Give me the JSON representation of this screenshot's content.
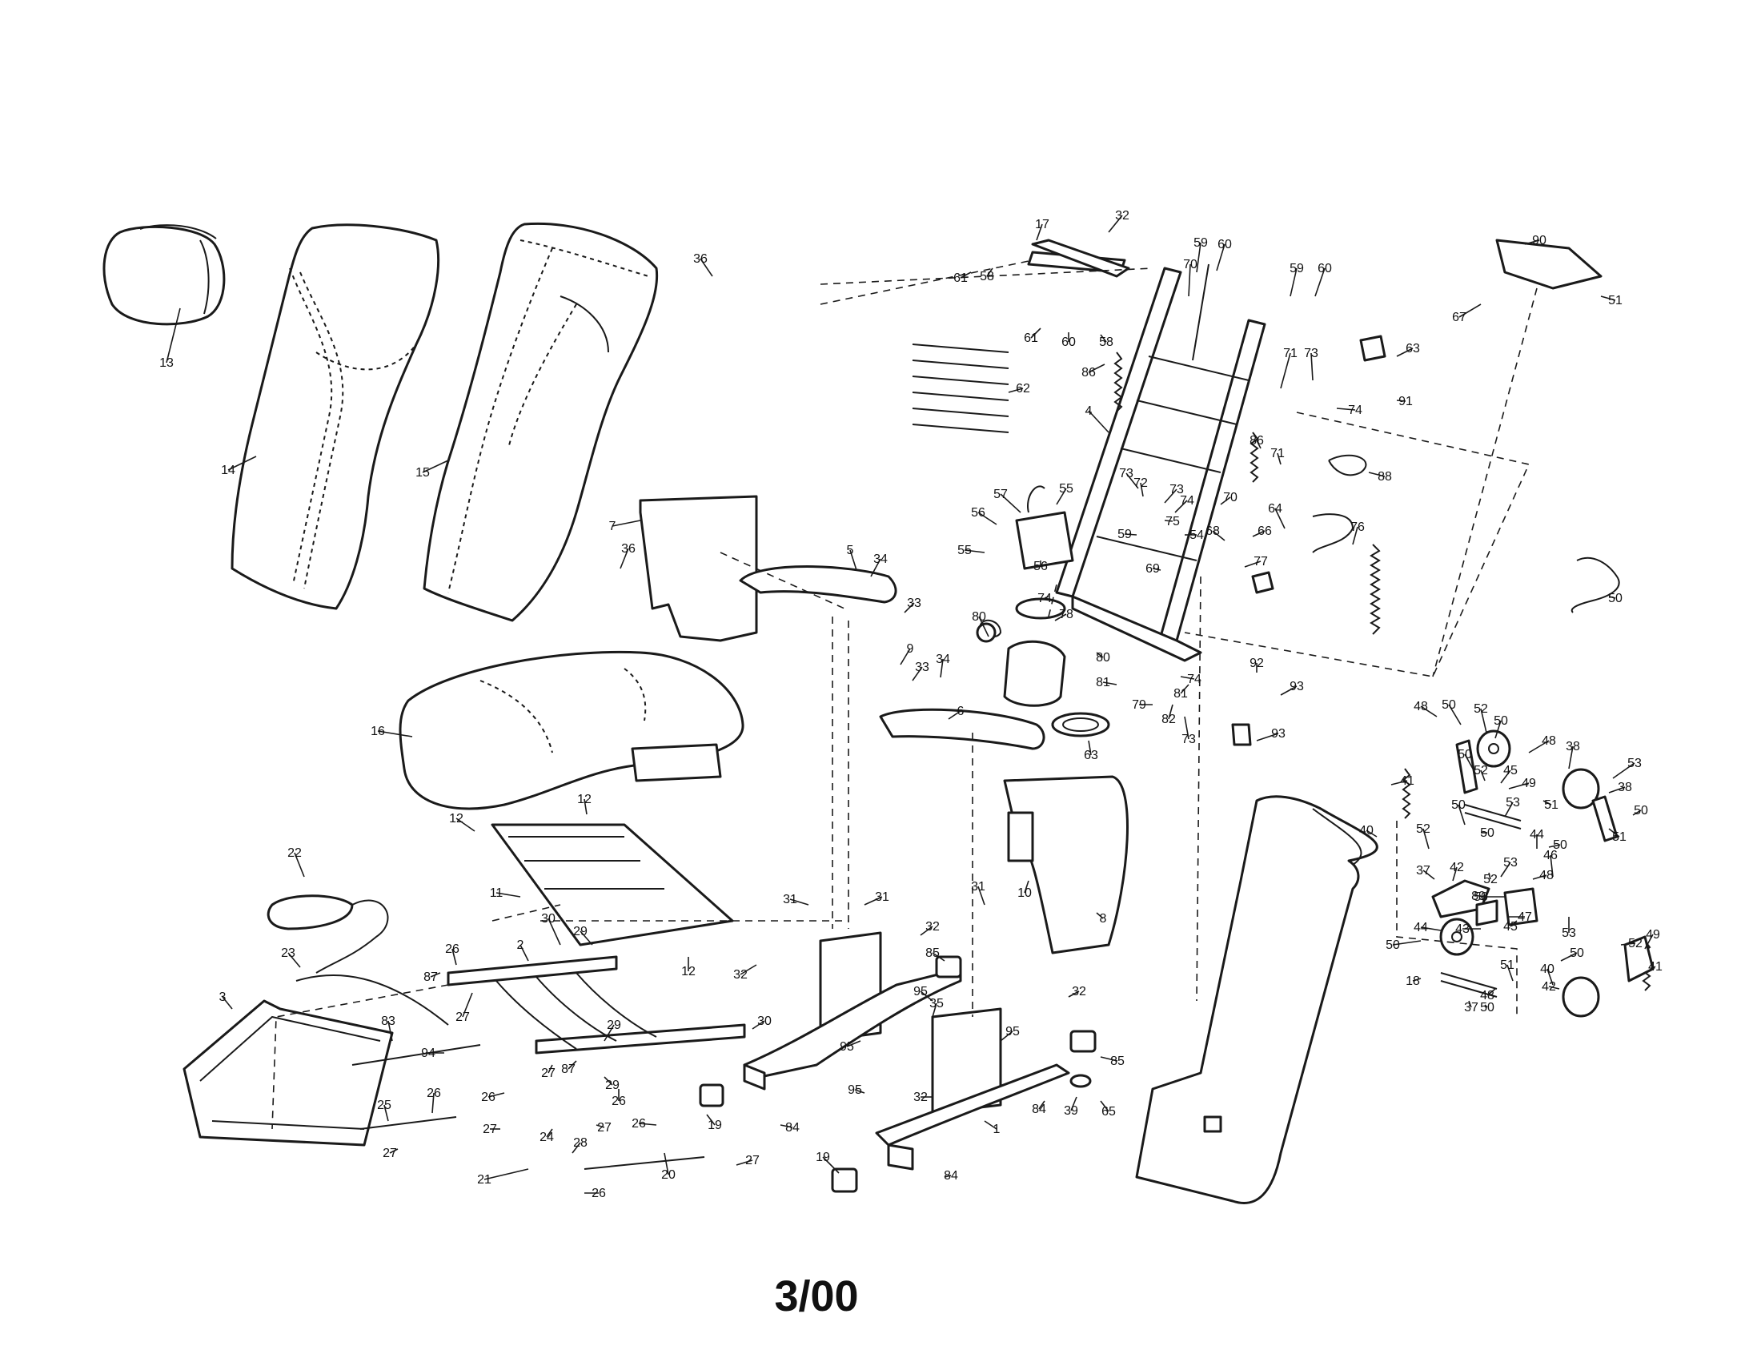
{
  "page_label": "3/00",
  "callouts": [
    {
      "n": "13"
    },
    {
      "n": "14"
    },
    {
      "n": "15"
    },
    {
      "n": "36"
    },
    {
      "n": "36"
    },
    {
      "n": "7"
    },
    {
      "n": "5"
    },
    {
      "n": "34"
    },
    {
      "n": "33"
    },
    {
      "n": "9"
    },
    {
      "n": "33"
    },
    {
      "n": "34"
    },
    {
      "n": "6"
    },
    {
      "n": "16"
    },
    {
      "n": "22"
    },
    {
      "n": "12"
    },
    {
      "n": "12"
    },
    {
      "n": "11"
    },
    {
      "n": "12"
    },
    {
      "n": "31"
    },
    {
      "n": "31"
    },
    {
      "n": "31"
    },
    {
      "n": "10"
    },
    {
      "n": "8"
    },
    {
      "n": "32"
    },
    {
      "n": "85"
    },
    {
      "n": "32"
    },
    {
      "n": "26"
    },
    {
      "n": "87"
    },
    {
      "n": "2"
    },
    {
      "n": "30"
    },
    {
      "n": "29"
    },
    {
      "n": "23"
    },
    {
      "n": "3"
    },
    {
      "n": "27"
    },
    {
      "n": "83"
    },
    {
      "n": "94"
    },
    {
      "n": "29"
    },
    {
      "n": "30"
    },
    {
      "n": "27"
    },
    {
      "n": "87"
    },
    {
      "n": "29"
    },
    {
      "n": "26"
    },
    {
      "n": "26"
    },
    {
      "n": "25"
    },
    {
      "n": "26"
    },
    {
      "n": "24"
    },
    {
      "n": "27"
    },
    {
      "n": "27"
    },
    {
      "n": "26"
    },
    {
      "n": "27"
    },
    {
      "n": "28"
    },
    {
      "n": "27"
    },
    {
      "n": "20"
    },
    {
      "n": "21"
    },
    {
      "n": "26"
    },
    {
      "n": "19"
    },
    {
      "n": "84"
    },
    {
      "n": "19"
    },
    {
      "n": "84"
    },
    {
      "n": "95"
    },
    {
      "n": "35"
    },
    {
      "n": "95"
    },
    {
      "n": "95"
    },
    {
      "n": "32"
    },
    {
      "n": "95"
    },
    {
      "n": "32"
    },
    {
      "n": "1"
    },
    {
      "n": "84"
    },
    {
      "n": "39"
    },
    {
      "n": "65"
    },
    {
      "n": "85"
    },
    {
      "n": "17"
    },
    {
      "n": "32"
    },
    {
      "n": "61"
    },
    {
      "n": "58"
    },
    {
      "n": "59"
    },
    {
      "n": "60"
    },
    {
      "n": "61"
    },
    {
      "n": "60"
    },
    {
      "n": "58"
    },
    {
      "n": "70"
    },
    {
      "n": "59"
    },
    {
      "n": "60"
    },
    {
      "n": "86"
    },
    {
      "n": "62"
    },
    {
      "n": "4"
    },
    {
      "n": "71"
    },
    {
      "n": "73"
    },
    {
      "n": "63"
    },
    {
      "n": "91"
    },
    {
      "n": "74"
    },
    {
      "n": "86"
    },
    {
      "n": "71"
    },
    {
      "n": "88"
    },
    {
      "n": "73"
    },
    {
      "n": "72"
    },
    {
      "n": "73"
    },
    {
      "n": "74"
    },
    {
      "n": "70"
    },
    {
      "n": "75"
    },
    {
      "n": "59"
    },
    {
      "n": "54"
    },
    {
      "n": "57"
    },
    {
      "n": "55"
    },
    {
      "n": "56"
    },
    {
      "n": "55"
    },
    {
      "n": "56"
    },
    {
      "n": "74"
    },
    {
      "n": "69"
    },
    {
      "n": "66"
    },
    {
      "n": "68"
    },
    {
      "n": "64"
    },
    {
      "n": "77"
    },
    {
      "n": "76"
    },
    {
      "n": "78"
    },
    {
      "n": "80"
    },
    {
      "n": "80"
    },
    {
      "n": "81"
    },
    {
      "n": "81"
    },
    {
      "n": "82"
    },
    {
      "n": "79"
    },
    {
      "n": "73"
    },
    {
      "n": "63"
    },
    {
      "n": "74"
    },
    {
      "n": "92"
    },
    {
      "n": "93"
    },
    {
      "n": "93"
    },
    {
      "n": "90"
    },
    {
      "n": "67"
    },
    {
      "n": "51"
    },
    {
      "n": "50"
    },
    {
      "n": "48"
    },
    {
      "n": "50"
    },
    {
      "n": "52"
    },
    {
      "n": "50"
    },
    {
      "n": "48"
    },
    {
      "n": "38"
    },
    {
      "n": "53"
    },
    {
      "n": "50"
    },
    {
      "n": "52"
    },
    {
      "n": "45"
    },
    {
      "n": "49"
    },
    {
      "n": "41"
    },
    {
      "n": "50"
    },
    {
      "n": "53"
    },
    {
      "n": "50"
    },
    {
      "n": "51"
    },
    {
      "n": "38"
    },
    {
      "n": "51"
    },
    {
      "n": "50"
    },
    {
      "n": "40"
    },
    {
      "n": "52"
    },
    {
      "n": "44"
    },
    {
      "n": "46"
    },
    {
      "n": "50"
    },
    {
      "n": "42"
    },
    {
      "n": "37"
    },
    {
      "n": "53"
    },
    {
      "n": "48"
    },
    {
      "n": "52"
    },
    {
      "n": "89"
    },
    {
      "n": "50"
    },
    {
      "n": "44"
    },
    {
      "n": "43"
    },
    {
      "n": "45"
    },
    {
      "n": "47"
    },
    {
      "n": "53"
    },
    {
      "n": "52"
    },
    {
      "n": "50"
    },
    {
      "n": "50"
    },
    {
      "n": "49"
    },
    {
      "n": "41"
    },
    {
      "n": "48"
    },
    {
      "n": "40"
    },
    {
      "n": "42"
    },
    {
      "n": "50"
    },
    {
      "n": "51"
    },
    {
      "n": "18"
    },
    {
      "n": "37"
    }
  ]
}
